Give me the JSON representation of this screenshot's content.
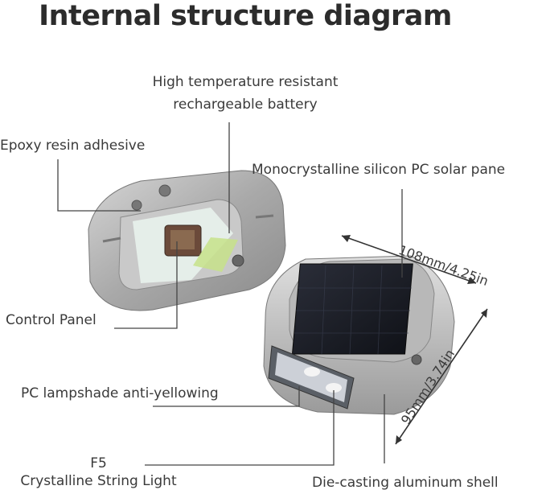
{
  "title": "Internal structure diagram",
  "labels": {
    "battery_line1": "High temperature resistant",
    "battery_line2": "rechargeable battery",
    "epoxy": "Epoxy resin adhesive",
    "solar": "Monocrystalline silicon PC solar pane",
    "control": "Control Panel",
    "lampshade": "PC lampshade anti-yellowing",
    "light_line1": "F5",
    "light_line2": "Crystalline String Light",
    "shell": "Die-casting aluminum shell"
  },
  "dimensions": {
    "length": "108mm/4.25in",
    "width": "95mm/3.74in"
  }
}
